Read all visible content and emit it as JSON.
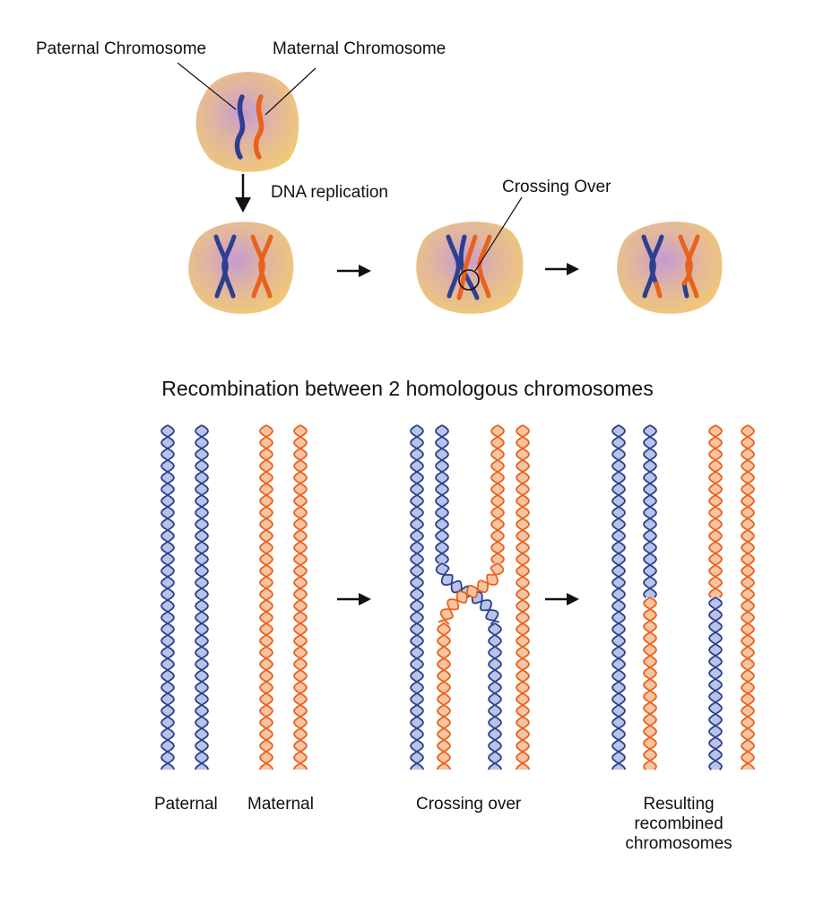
{
  "labels": {
    "paternal_chromosome": "Paternal Chromosome",
    "maternal_chromosome": "Maternal Chromosome",
    "dna_replication": "DNA replication",
    "crossing_over_top": "Crossing Over",
    "recombination_title": "Recombination between 2  homologous chromosomes",
    "paternal": "Paternal",
    "maternal": "Maternal",
    "crossing_over_bottom": "Crossing over",
    "resulting_line1": "Resulting",
    "resulting_line2": "recombined",
    "resulting_line3": "chromosomes"
  },
  "colors": {
    "paternal_blue": "#2d3f8f",
    "paternal_fill": "#b9c3e6",
    "maternal_orange": "#e8621c",
    "maternal_fill": "#f7c4a3",
    "cell_yellow": "#f1c877",
    "cell_purple": "#c59ad2",
    "arrow": "#111111"
  }
}
